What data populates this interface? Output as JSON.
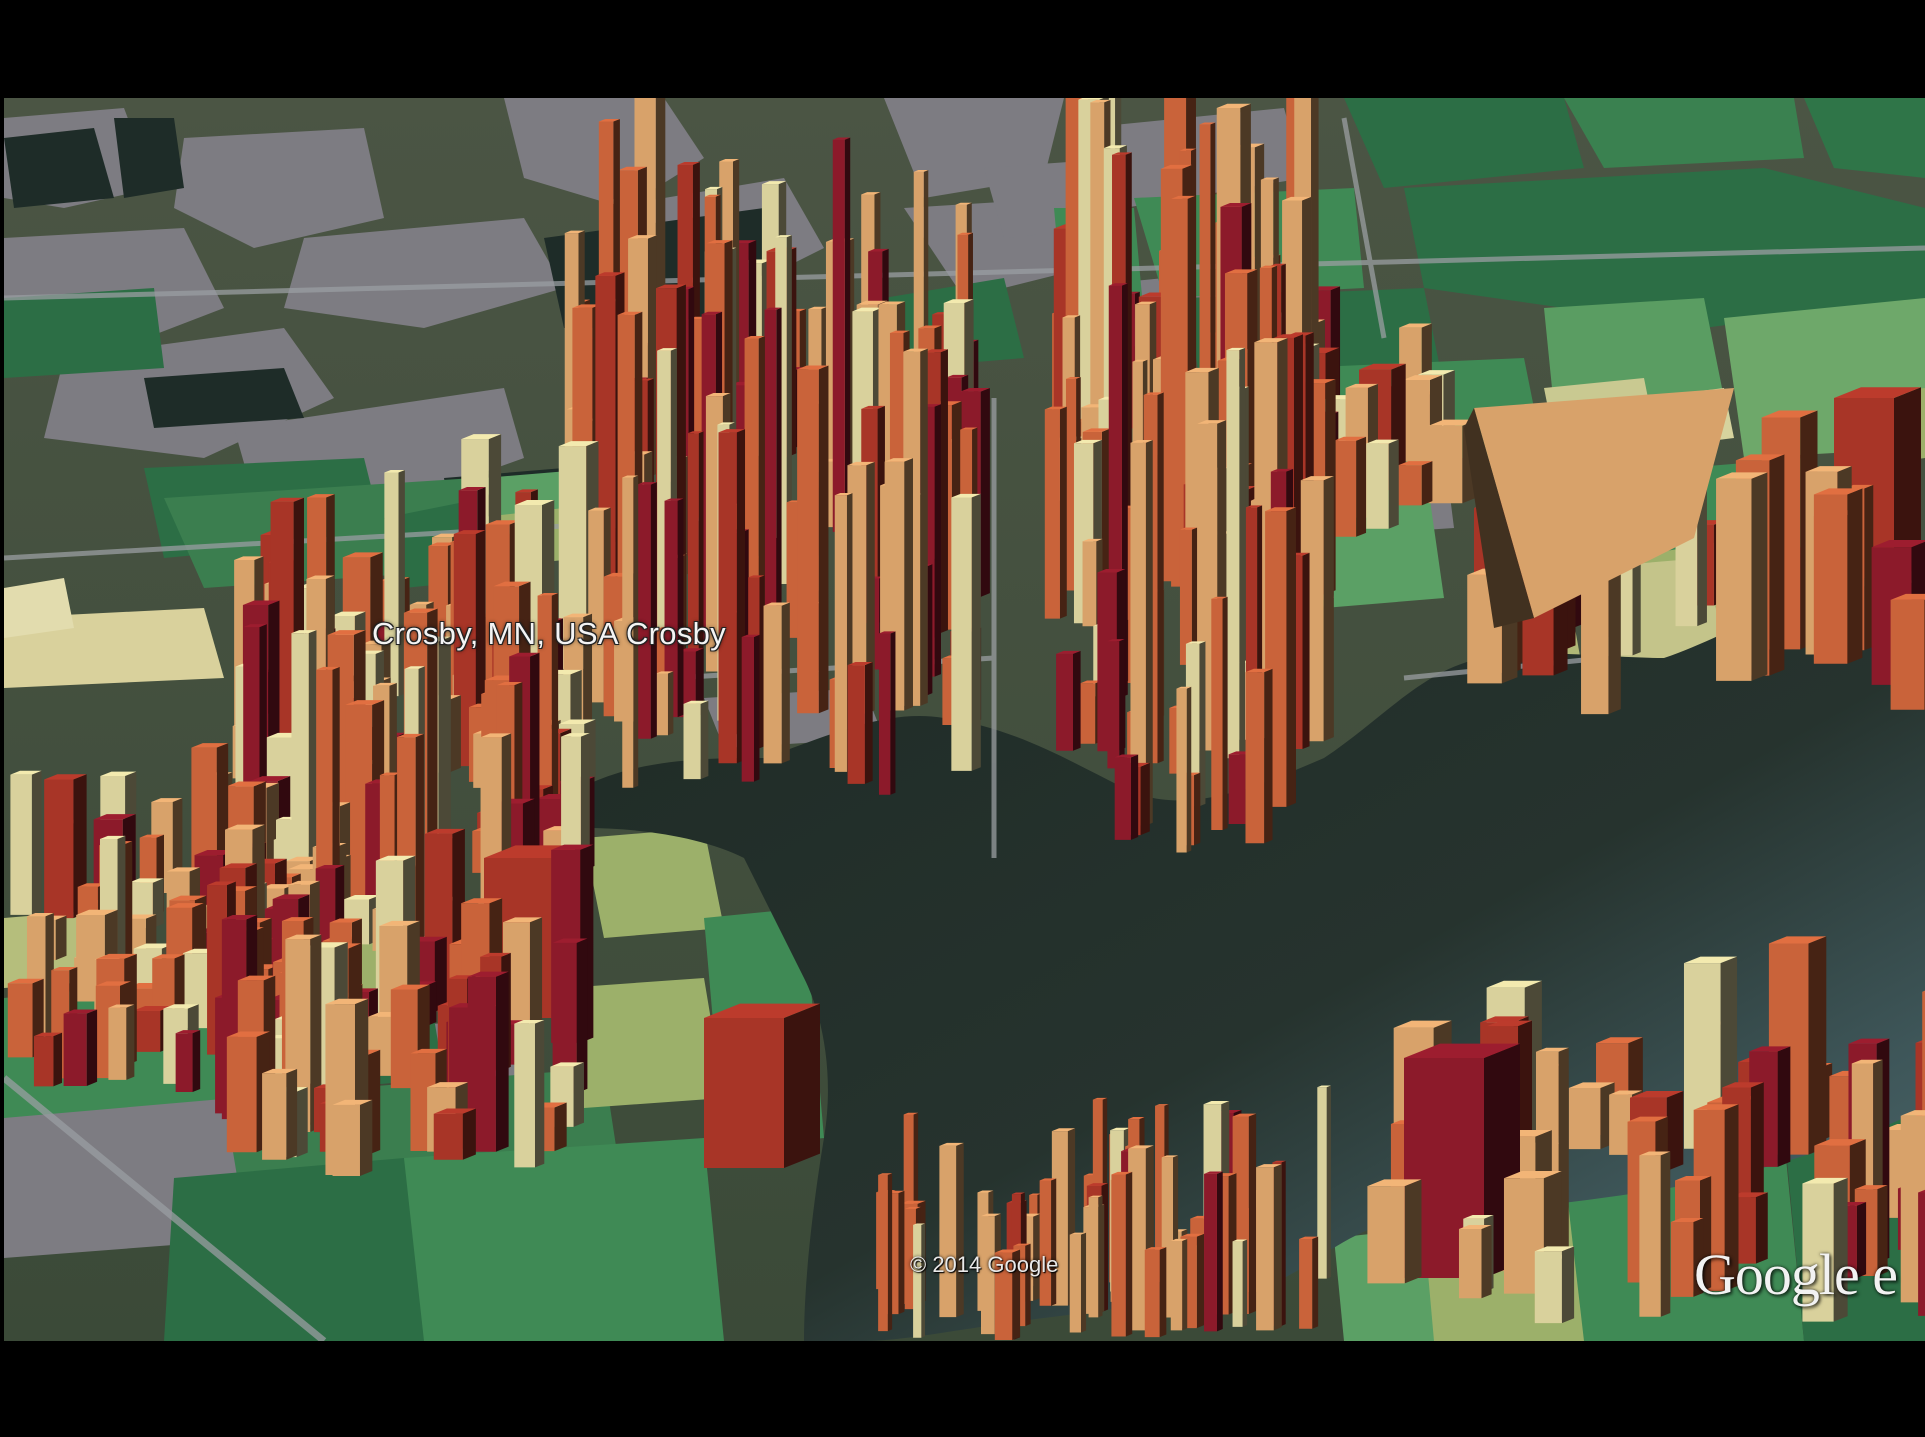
{
  "map": {
    "place_label": "Crosby, MN, USA   Crosby",
    "copyright": "© 2014 Google",
    "logo_text": "Google e"
  },
  "colors": {
    "background_bars": "#000000",
    "imagery_dark": "#2e3a2f",
    "water": "#28352f",
    "water_light": "#506a6c",
    "parcel_gray": "#7d7c82",
    "parcel_green_dark": "#2c6e45",
    "parcel_green": "#3f8a55",
    "parcel_green_light": "#9cb06a",
    "parcel_beige": "#d9d19c",
    "bar_tan": "#d8a26a",
    "bar_orange": "#c9633a",
    "bar_red": "#a83527",
    "bar_crimson": "#8c1a2a"
  }
}
